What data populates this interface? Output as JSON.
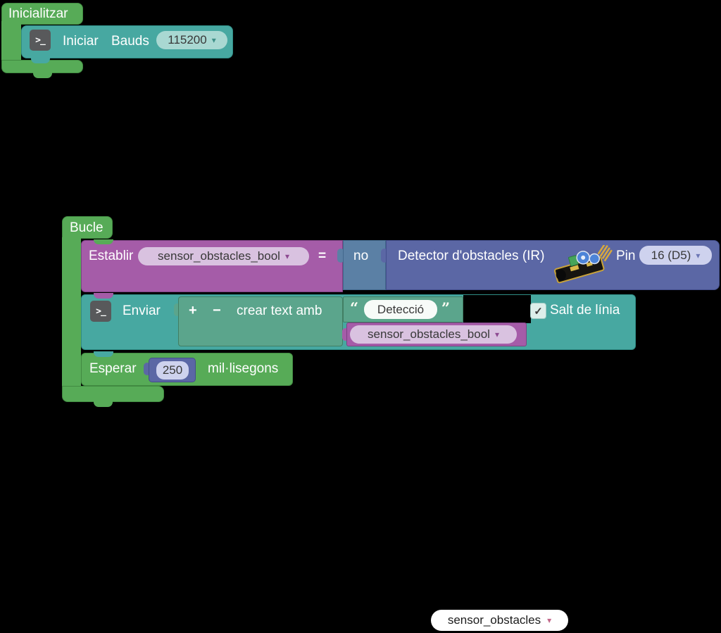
{
  "colors": {
    "workspace_bg": "#000000",
    "hat_green": "#57ab57",
    "serial_teal": "#47a8a1",
    "text_block_green": "#5ba58c",
    "variable_purple": "#a55ca8",
    "logic_blue": "#5b80a5",
    "sensor_indigo": "#5b67a5",
    "field_light_teal": "#a9d8d2",
    "field_light_purple": "#d9c2e0",
    "field_light_lavender": "#ced2ee",
    "dropdown_editor_bg": "#ffffff",
    "dropdown_editor_arrow": "#c2688a"
  },
  "icons": {
    "terminal": ">_",
    "dropdown_arrow": "▾",
    "check": "✓",
    "quote_open": "“",
    "quote_close": "”"
  },
  "init_block": {
    "hat_label": "Inicialitzar",
    "serial": {
      "label": "Iniciar",
      "bauds_label": "Bauds",
      "baud_value": "115200"
    }
  },
  "loop_block": {
    "hat_label": "Bucle",
    "set_variable": {
      "label": "Establir",
      "variable": "sensor_obstacles_bool",
      "equals": "=",
      "negation": "no",
      "detector": {
        "label": "Detector d'obstacles (IR)",
        "pin_label": "Pin",
        "pin_value": "16 (D5)"
      }
    },
    "send": {
      "label": "Enviar",
      "create_text": {
        "plus": "+",
        "minus": "−",
        "label": "crear text amb"
      },
      "text_value": "Detecció",
      "variable_value": "sensor_obstacles_bool",
      "newline_label": "Salt de línia",
      "newline_checked": true
    },
    "wait": {
      "label": "Esperar",
      "value": "250",
      "unit": "mil·lisegons"
    }
  },
  "dropdown_editor": {
    "value": "sensor_obstacles"
  }
}
